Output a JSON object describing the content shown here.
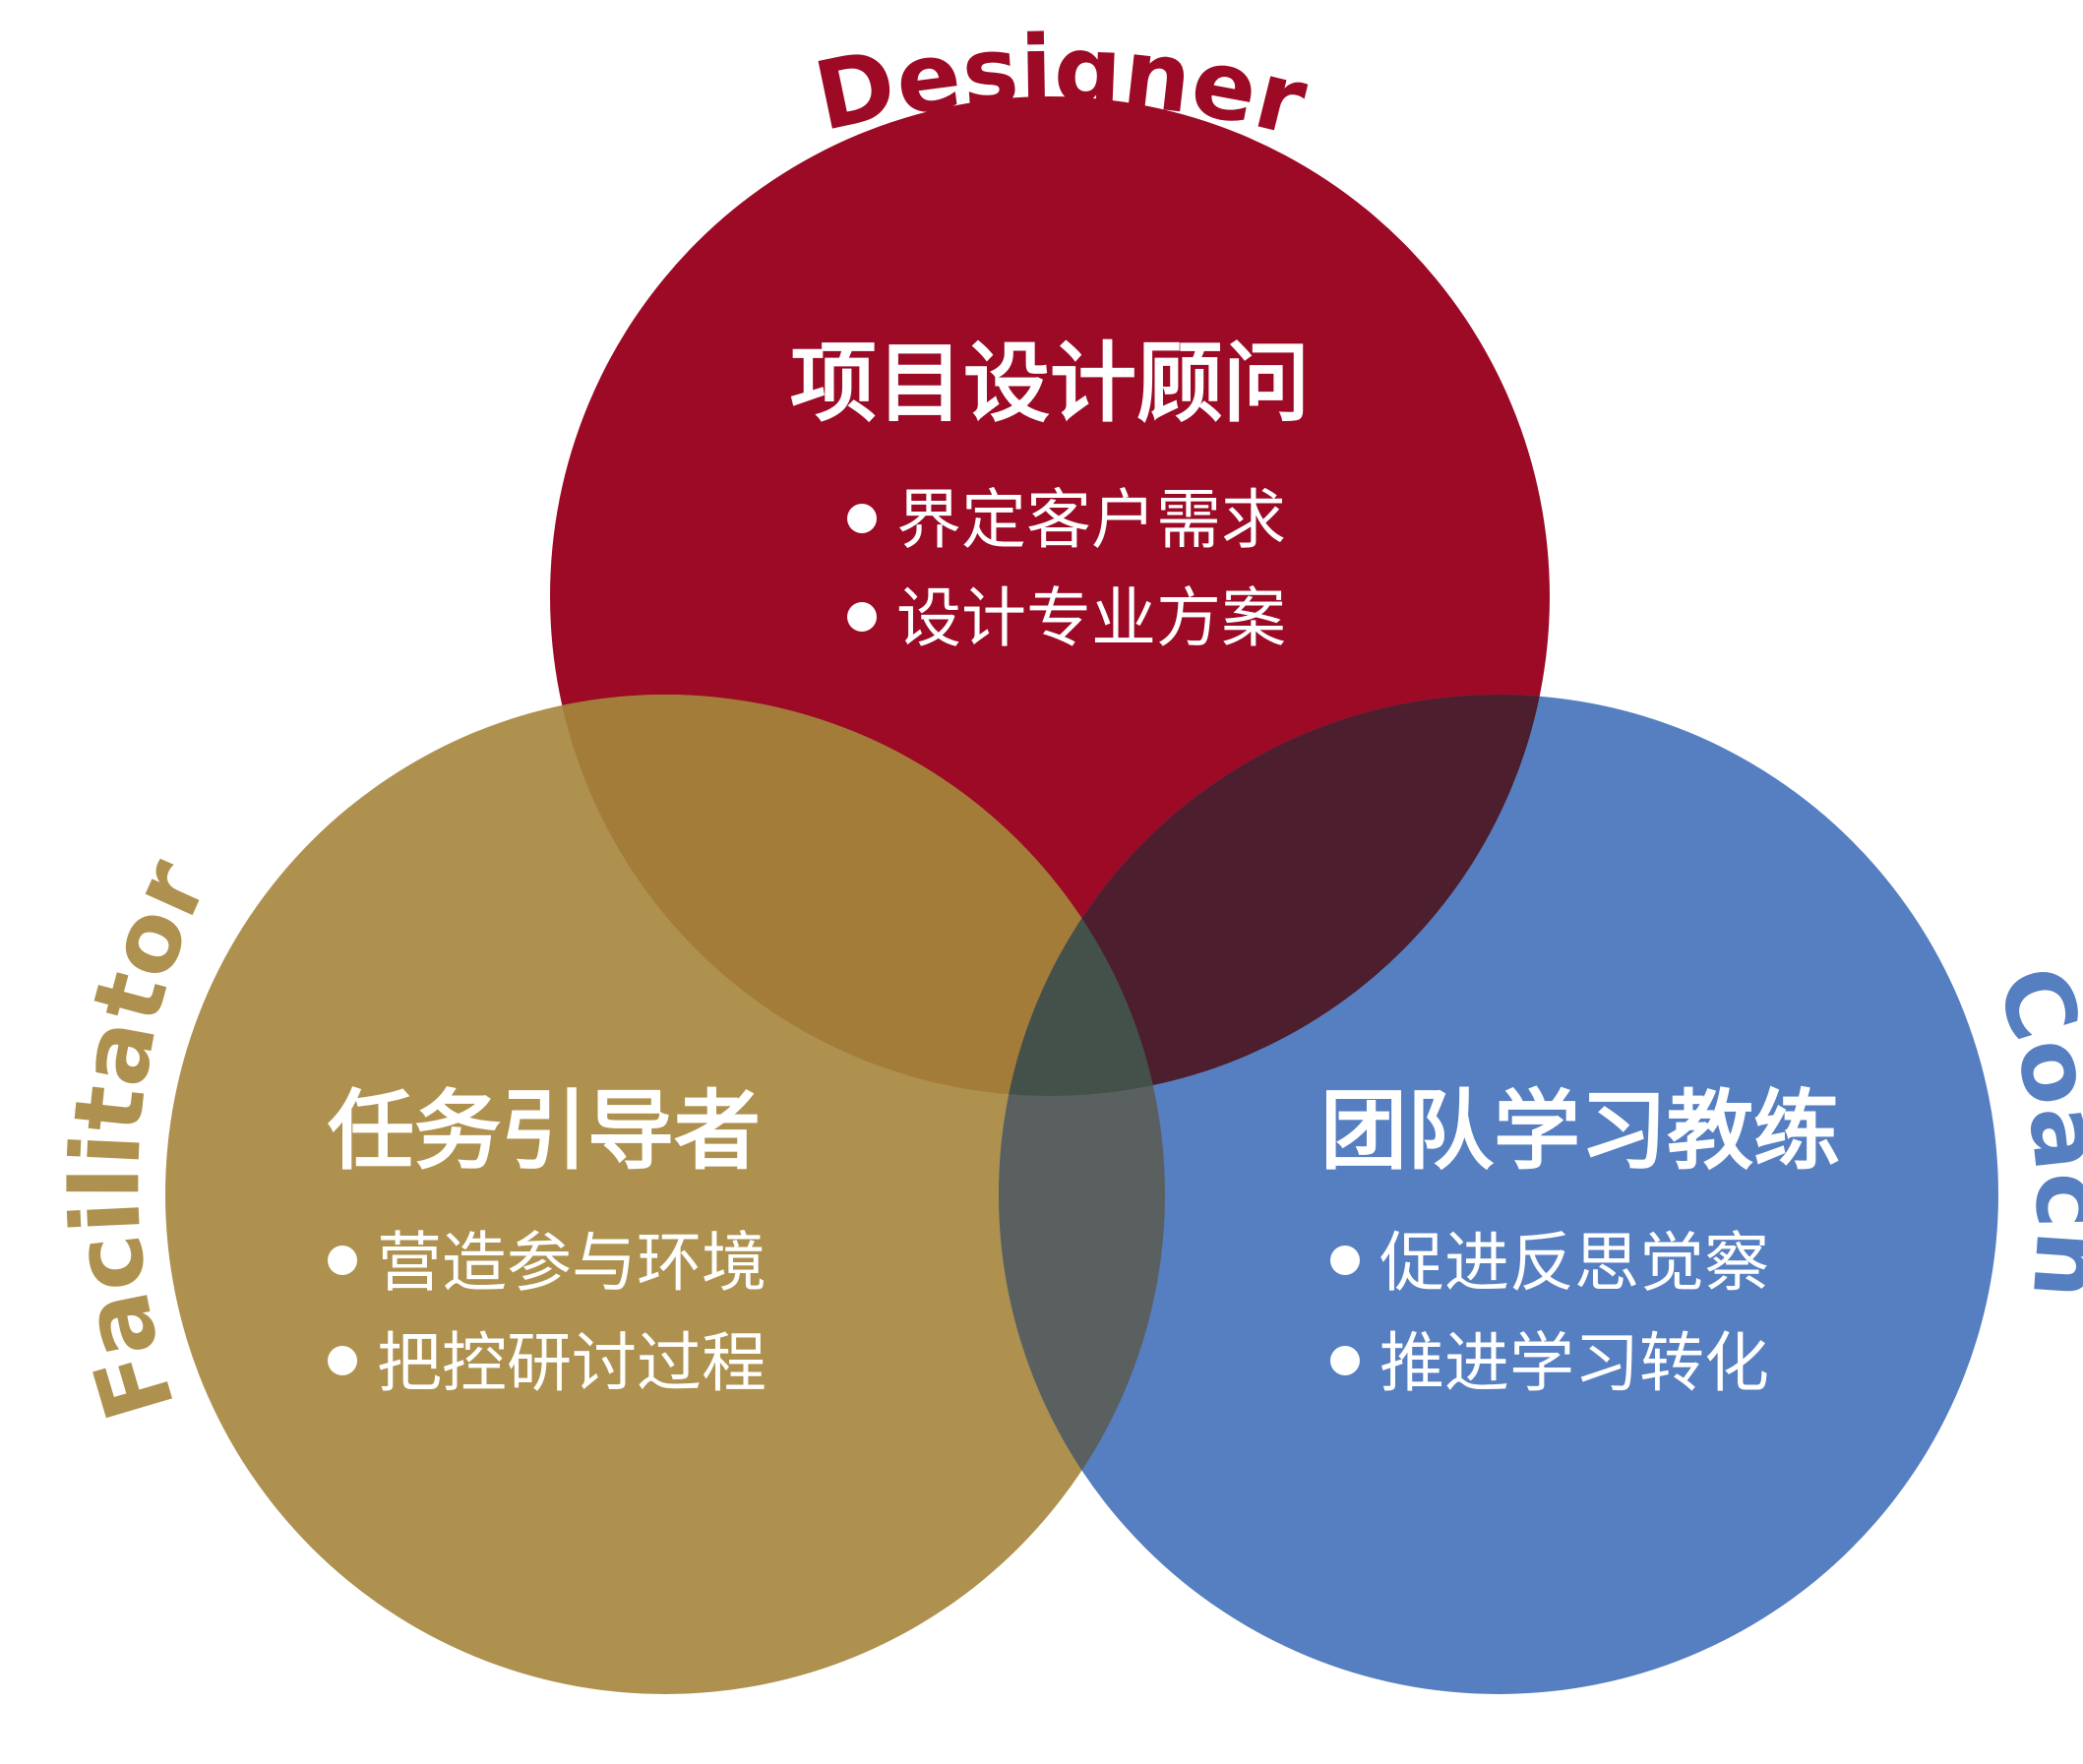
{
  "colors": {
    "designer": "#9C0A25",
    "facilitator": "#AE914E",
    "coach": "#567FC1",
    "designer_facilitator": "#A37C3A",
    "designer_coach": "#4C1E2E",
    "facilitator_coach": "#5A6060",
    "center": "#44514A"
  },
  "roles": [
    {
      "id": "designer",
      "label": "Designer",
      "title": "项目设计顾问",
      "bullets": [
        "界定客户需求",
        "设计专业方案"
      ]
    },
    {
      "id": "facilitator",
      "label": "Facilitator",
      "title": "任务引导者",
      "bullets": [
        "营造参与环境",
        "把控研讨过程"
      ]
    },
    {
      "id": "coach",
      "label": "Coach",
      "title": "团队学习教练",
      "bullets": [
        "促进反思觉察",
        "推进学习转化"
      ]
    }
  ]
}
